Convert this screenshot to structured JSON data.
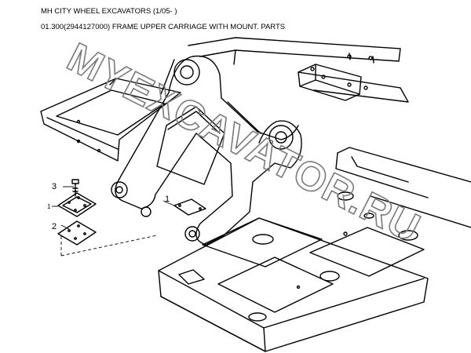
{
  "header": {
    "catalog_title": "MH CITY WHEEL EXCAVATORS (1/05- )",
    "part_title": "01.300(2944127000) FRAME UPPER CARRIAGE WITH MOUNT. PARTS"
  },
  "callouts": {
    "item_1_small": "1",
    "item_1": "1",
    "item_2": "2",
    "item_3": "3"
  },
  "watermark": {
    "text": "MYEXCAVATOR.RU"
  }
}
